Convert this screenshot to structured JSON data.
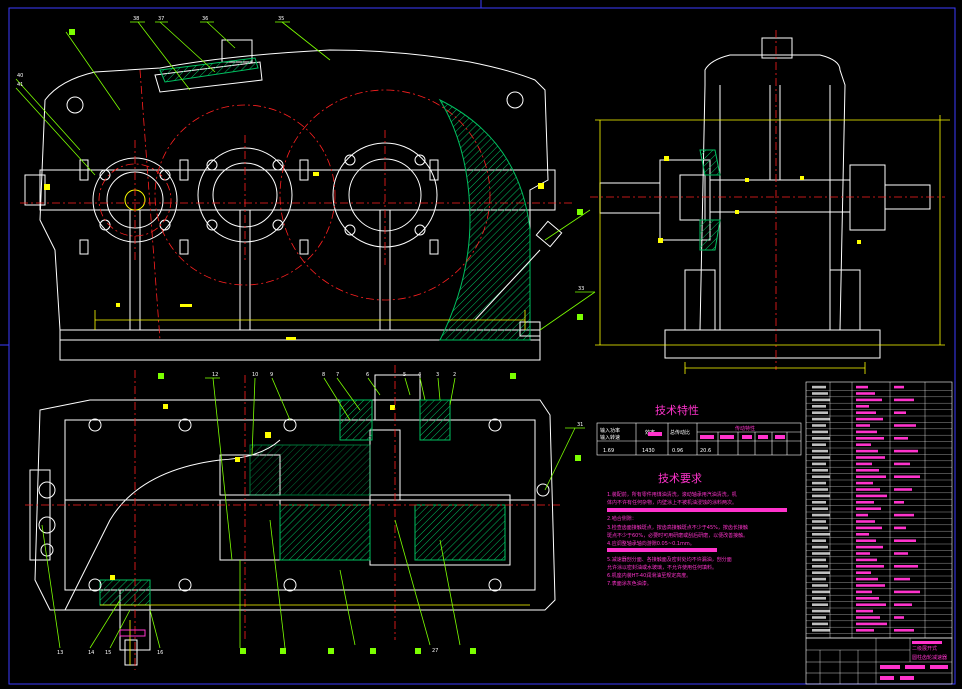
{
  "colors": {
    "background": "#000000",
    "outline": "#ffffff",
    "center_line": "#ff2020",
    "leader": "#7cff00",
    "hatch": "#00c060",
    "magenta": "#ff33cc",
    "yellow": "#ffff00",
    "cyan": "#00e0ff",
    "frame": "#3b3bff"
  },
  "balloons_front": [
    "38",
    "37",
    "36",
    "35",
    "40",
    "41",
    "33"
  ],
  "balloons_plan": [
    "12",
    "10",
    "9",
    "8",
    "7",
    "6",
    "5",
    "4",
    "3",
    "2",
    "31",
    "27",
    "13",
    "14",
    "15",
    "16"
  ],
  "spec_table": {
    "title": "技术特性",
    "row1": [
      "输入功率",
      "输入转速",
      "效率",
      "总传动比",
      "传动特性"
    ],
    "row2": [
      "1.69",
      "1430",
      "0.96",
      "20.6"
    ]
  },
  "requirements": {
    "title": "技术要求",
    "lines": [
      "1.装配前，所有零件用煤油清洗，滚动轴承用汽油清洗，机",
      "  体内不许有任何杂物，内壁涂上不被机油浸蚀的涂料两次。",
      "2.啮合侧隙：",
      "3.检查齿面接触斑点，按齿高接触斑点不少于45%，按齿长接触",
      "  斑点不少于60%，必要时可用研磨或刮后研磨，以便改善接触。",
      "4.应调整轴承轴向游隙0.05~0.1mm。",
      "5.减速器剖分面、各接触面及密封处均不许漏油，剖分面",
      "  允许涂以密封油或水玻璃，不允许使用任何填料。",
      "6.机座内装HT-40润滑油至规定高度。",
      "7.表面涂灰色油漆。"
    ]
  },
  "title_block": {
    "line1": "二级展开式",
    "line2": "圆柱齿轮减速器"
  }
}
